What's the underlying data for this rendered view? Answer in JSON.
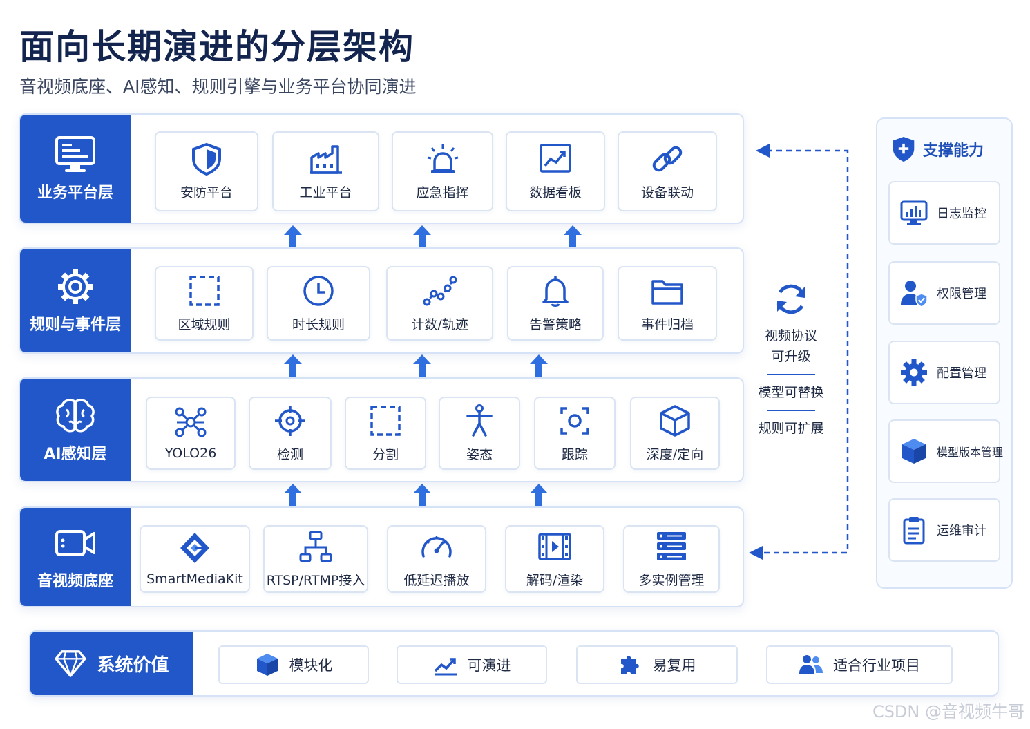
{
  "title": "面向长期演进的分层架构",
  "subtitle": "音视频底座、AI感知、规则引擎与业务平台协同演进",
  "colors": {
    "primary": "#2257c9",
    "border": "#d6e2f5",
    "text": "#1f2a44"
  },
  "layers": [
    {
      "label": "业务平台层",
      "icon": "monitor-icon",
      "items": [
        {
          "label": "安防平台",
          "icon": "shield-icon"
        },
        {
          "label": "工业平台",
          "icon": "factory-icon"
        },
        {
          "label": "应急指挥",
          "icon": "alarm-light-icon"
        },
        {
          "label": "数据看板",
          "icon": "chart-board-icon"
        },
        {
          "label": "设备联动",
          "icon": "link-icon"
        }
      ]
    },
    {
      "label": "规则与事件层",
      "icon": "gear-icon",
      "items": [
        {
          "label": "区域规则",
          "icon": "dashed-square-icon"
        },
        {
          "label": "时长规则",
          "icon": "clock-icon"
        },
        {
          "label": "计数/轨迹",
          "icon": "trajectory-icon"
        },
        {
          "label": "告警策略",
          "icon": "bell-icon"
        },
        {
          "label": "事件归档",
          "icon": "folder-icon"
        }
      ]
    },
    {
      "label": "AI感知层",
      "icon": "brain-icon",
      "items": [
        {
          "label": "YOLO26",
          "icon": "network-icon"
        },
        {
          "label": "检测",
          "icon": "crosshair-icon"
        },
        {
          "label": "分割",
          "icon": "dashed-square-icon"
        },
        {
          "label": "姿态",
          "icon": "person-pose-icon"
        },
        {
          "label": "跟踪",
          "icon": "focus-target-icon"
        },
        {
          "label": "深度/定向",
          "icon": "cube-outline-icon"
        }
      ]
    },
    {
      "label": "音视频底座",
      "icon": "video-camera-icon",
      "items": [
        {
          "label": "SmartMediaKit",
          "icon": "smartmediakit-logo-icon"
        },
        {
          "label": "RTSP/RTMP接入",
          "icon": "network-topology-icon"
        },
        {
          "label": "低延迟播放",
          "icon": "speedometer-icon"
        },
        {
          "label": "解码/渲染",
          "icon": "film-play-icon"
        },
        {
          "label": "多实例管理",
          "icon": "server-stack-icon"
        }
      ]
    }
  ],
  "flex_notes": {
    "icon": "refresh-icon",
    "line1": "视频协议",
    "line2": "可升级",
    "line3": "模型可替换",
    "line4": "规则可扩展"
  },
  "support": {
    "title": "支撑能力",
    "icon": "shield-plus-icon",
    "items": [
      {
        "label": "日志监控",
        "icon": "monitor-chart-icon"
      },
      {
        "label": "权限管理",
        "icon": "user-shield-icon"
      },
      {
        "label": "配置管理",
        "icon": "gear-icon"
      },
      {
        "label": "模型版本管理",
        "icon": "cube-icon"
      },
      {
        "label": "运维审计",
        "icon": "clipboard-icon"
      }
    ]
  },
  "values": {
    "title": "系统价值",
    "icon": "diamond-icon",
    "items": [
      {
        "label": "模块化",
        "icon": "cube-icon"
      },
      {
        "label": "可演进",
        "icon": "trend-up-icon"
      },
      {
        "label": "易复用",
        "icon": "puzzle-icon"
      },
      {
        "label": "适合行业项目",
        "icon": "users-icon"
      }
    ]
  },
  "watermark": "CSDN @音视频牛哥"
}
